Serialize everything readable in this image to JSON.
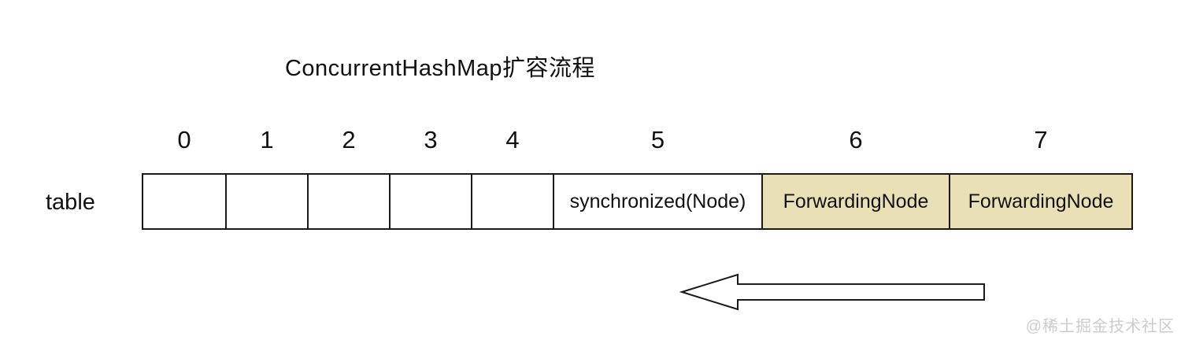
{
  "title": "ConcurrentHashMap扩容流程",
  "table": {
    "label": "table",
    "cells": [
      {
        "index": "0",
        "text": "",
        "highlighted": false
      },
      {
        "index": "1",
        "text": "",
        "highlighted": false
      },
      {
        "index": "2",
        "text": "",
        "highlighted": false
      },
      {
        "index": "3",
        "text": "",
        "highlighted": false
      },
      {
        "index": "4",
        "text": "",
        "highlighted": false
      },
      {
        "index": "5",
        "text": "synchronized(Node)",
        "highlighted": false
      },
      {
        "index": "6",
        "text": "ForwardingNode",
        "highlighted": true
      },
      {
        "index": "7",
        "text": "ForwardingNode",
        "highlighted": true
      }
    ]
  },
  "arrow": {
    "direction": "left"
  },
  "watermark": "@稀土掘金技术社区",
  "colors": {
    "highlight": "#e9e1b5",
    "border": "#1a1a1a",
    "watermark": "#cccccc"
  }
}
